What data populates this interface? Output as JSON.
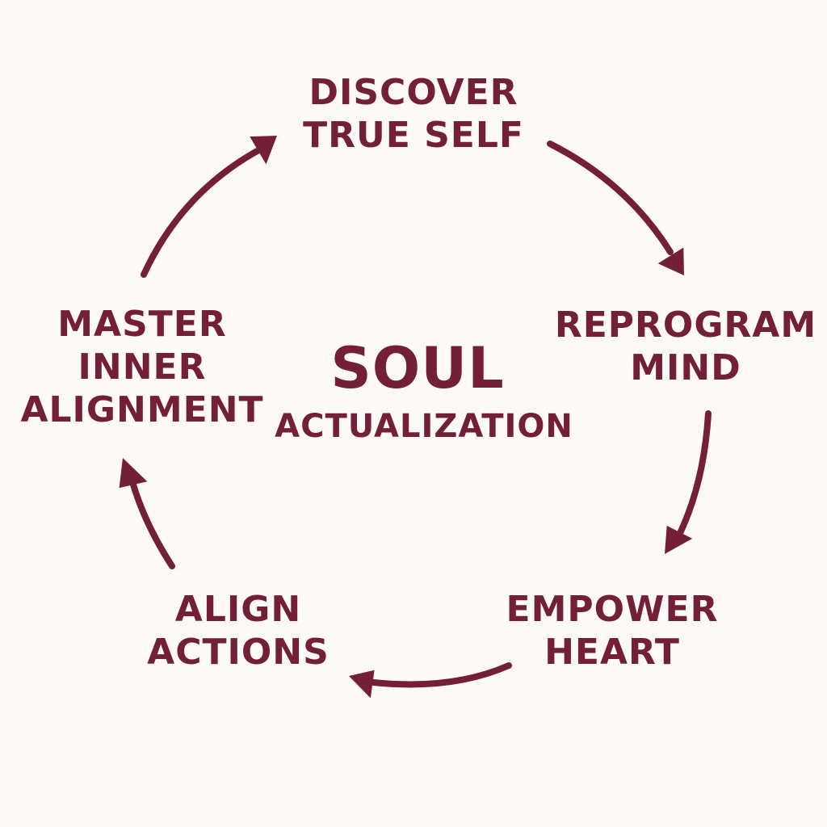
{
  "colors": {
    "background": "#fcf9f7",
    "accent": "#721f37"
  },
  "center": {
    "title": "SOUL",
    "subtitle": "ACTUALIZATION"
  },
  "steps": [
    {
      "line1": "DISCOVER",
      "line2": "TRUE SELF"
    },
    {
      "line1": "REPROGRAM",
      "line2": "MIND"
    },
    {
      "line1": "EMPOWER",
      "line2": "HEART"
    },
    {
      "line1": "ALIGN",
      "line2": "ACTIONS"
    },
    {
      "line1": "MASTER",
      "line2": "INNER",
      "line3": "ALIGNMENT"
    }
  ],
  "arrows": [
    {
      "from": "DISCOVER TRUE SELF",
      "to": "REPROGRAM MIND"
    },
    {
      "from": "REPROGRAM MIND",
      "to": "EMPOWER HEART"
    },
    {
      "from": "EMPOWER HEART",
      "to": "ALIGN ACTIONS"
    },
    {
      "from": "ALIGN ACTIONS",
      "to": "MASTER INNER ALIGNMENT"
    },
    {
      "from": "MASTER INNER ALIGNMENT",
      "to": "DISCOVER TRUE SELF"
    }
  ]
}
